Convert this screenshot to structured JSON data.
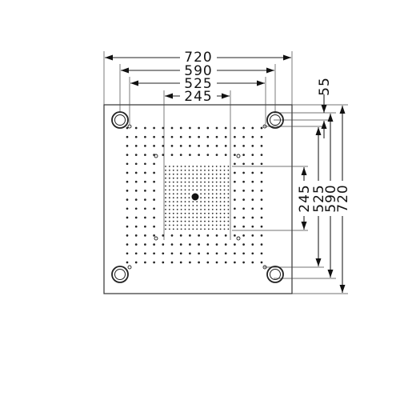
{
  "diagram": {
    "horizontal_dimensions": [
      "720",
      "590",
      "525",
      "245"
    ],
    "vertical_dimensions": [
      "55",
      "245",
      "525",
      "590",
      "720"
    ]
  }
}
